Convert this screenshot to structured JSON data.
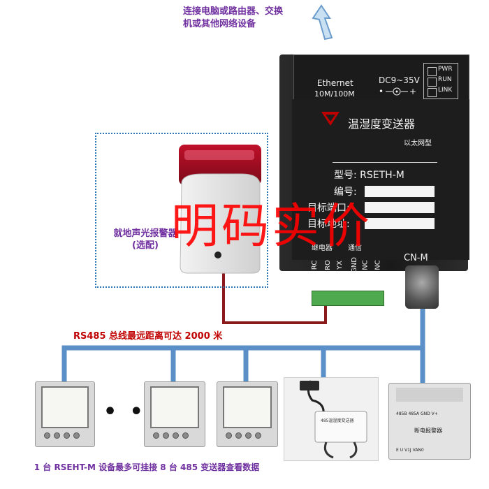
{
  "network_note": {
    "line1": "连接电脑或路由器、交换",
    "line2": "机或其他网络设备"
  },
  "device": {
    "ethernet_label": "Ethernet",
    "ethernet_speed": "10M/100M",
    "power_label": "DC9~35V",
    "led_pwr": "PWR",
    "led_run": "RUN",
    "led_link": "LINK",
    "product_name": "温湿度变送器",
    "product_sub": "以太网型",
    "model_label": "型号: RSETH-M",
    "field_number": "编号:",
    "field_port": "目标端口:",
    "field_address": "目标地址:",
    "terminal_group_relay": "继电器",
    "terminal_group_comm": "通信",
    "terminals": [
      "RC",
      "RO",
      "YX",
      "GND",
      "NC",
      "NC"
    ],
    "port_label": "CN-M"
  },
  "alarm_label": {
    "line1": "就地声光报警器",
    "line2": "(选配)"
  },
  "rs485_note": "RS485 总线最远距离可达 2000 米",
  "bottom_note": "1 台 RSEHT-M 设备最多可挂接 8 台 485 变送器查看数据",
  "ellipsis": "• • •",
  "watermark": "明码实价",
  "module": {
    "label_top": "485B  485A  GND  V+",
    "label_mid": "断电报警器",
    "label_bottom": "E   U   V1J  VAN0"
  },
  "sensor_box_label": "485温湿度变送器",
  "colors": {
    "bus_line": "#5b8fc7",
    "alarm_wire": "#8b1a1a",
    "purple_text": "#7030a0",
    "red_text": "#c00000",
    "watermark": "#ff0000"
  }
}
